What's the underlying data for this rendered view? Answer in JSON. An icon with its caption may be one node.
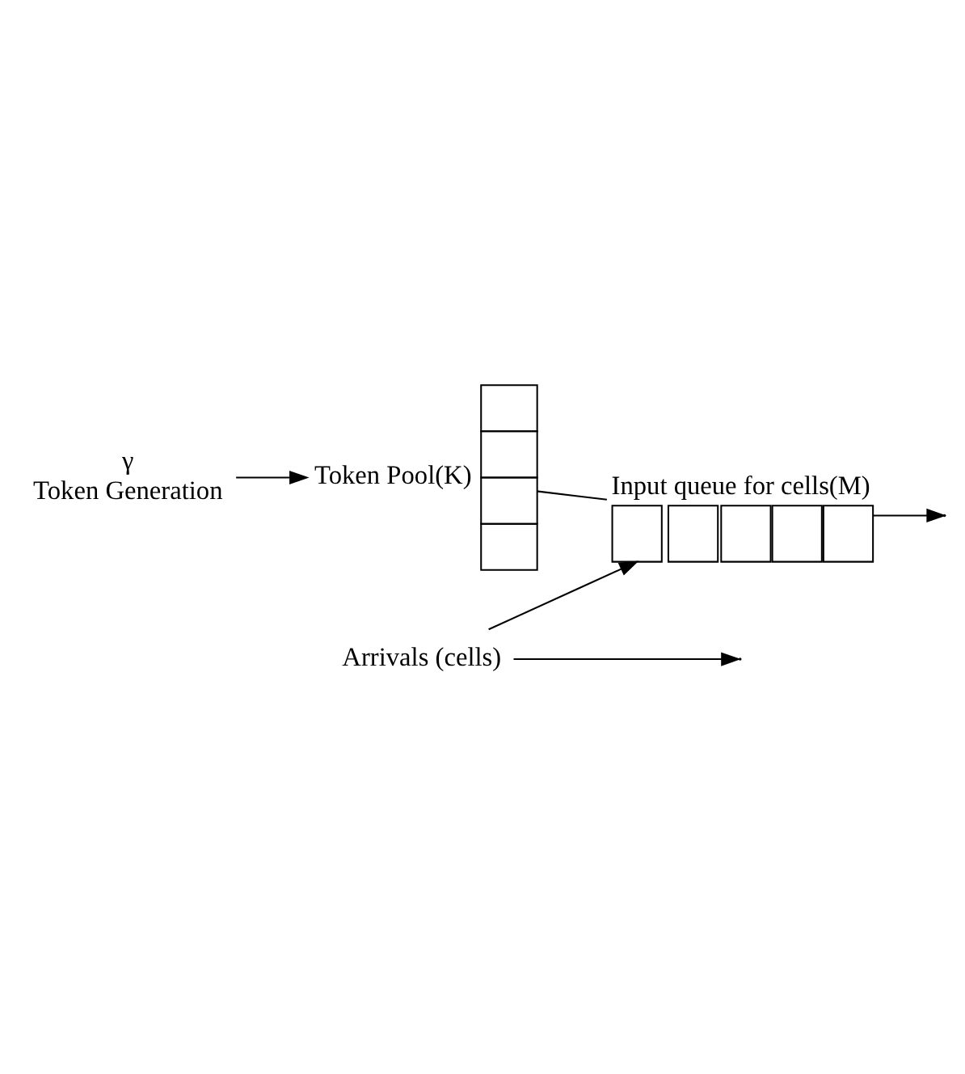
{
  "diagram": {
    "nodes": [
      {
        "text": [
          "Arrivals (cells)"
        ]
      },
      {
        "text": [
          "Input queue for cells(M)"
        ]
      },
      {
        "text": [
          "Token Pool(K)"
        ]
      },
      {
        "text": [
          "γ",
          "Token Generation"
        ]
      }
    ],
    "edges": [
      {
        "from": 0,
        "to": 1,
        "arrow": "to"
      },
      {
        "from": 0,
        "to": null,
        "arrow": "to"
      },
      {
        "from": 1,
        "to": null,
        "arrow": "to"
      },
      {
        "from": 2,
        "to": 1,
        "arrow": "none"
      },
      {
        "from": 3,
        "to": 2,
        "arrow": "to"
      }
    ]
  }
}
